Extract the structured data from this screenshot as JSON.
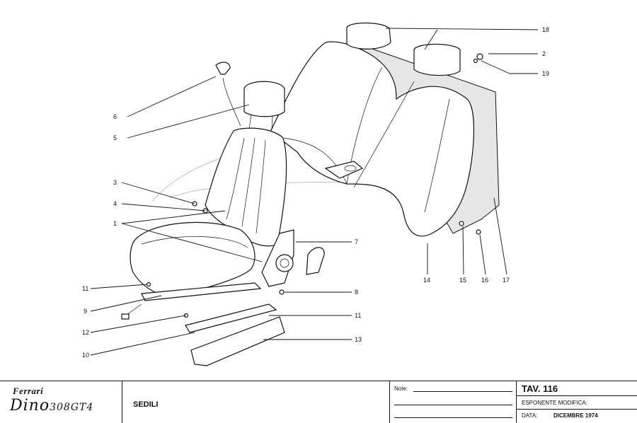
{
  "drawing": {
    "callouts": [
      "18",
      "2",
      "19",
      "6",
      "5",
      "3",
      "4",
      "1",
      "7",
      "8",
      "11",
      "9",
      "12",
      "10",
      "11",
      "13",
      "14",
      "15",
      "16",
      "17"
    ]
  },
  "title_block": {
    "brand": "Ferrari",
    "model_name": "Dino",
    "model_code": "308GT4",
    "section": "SEDILI",
    "notes_label": "Note:",
    "table_label": "TAV. 116",
    "modification_label": "ESPONENTE MODIFICA:",
    "date_label": "DATA:",
    "date_value": "DICEMBRE 1974"
  }
}
